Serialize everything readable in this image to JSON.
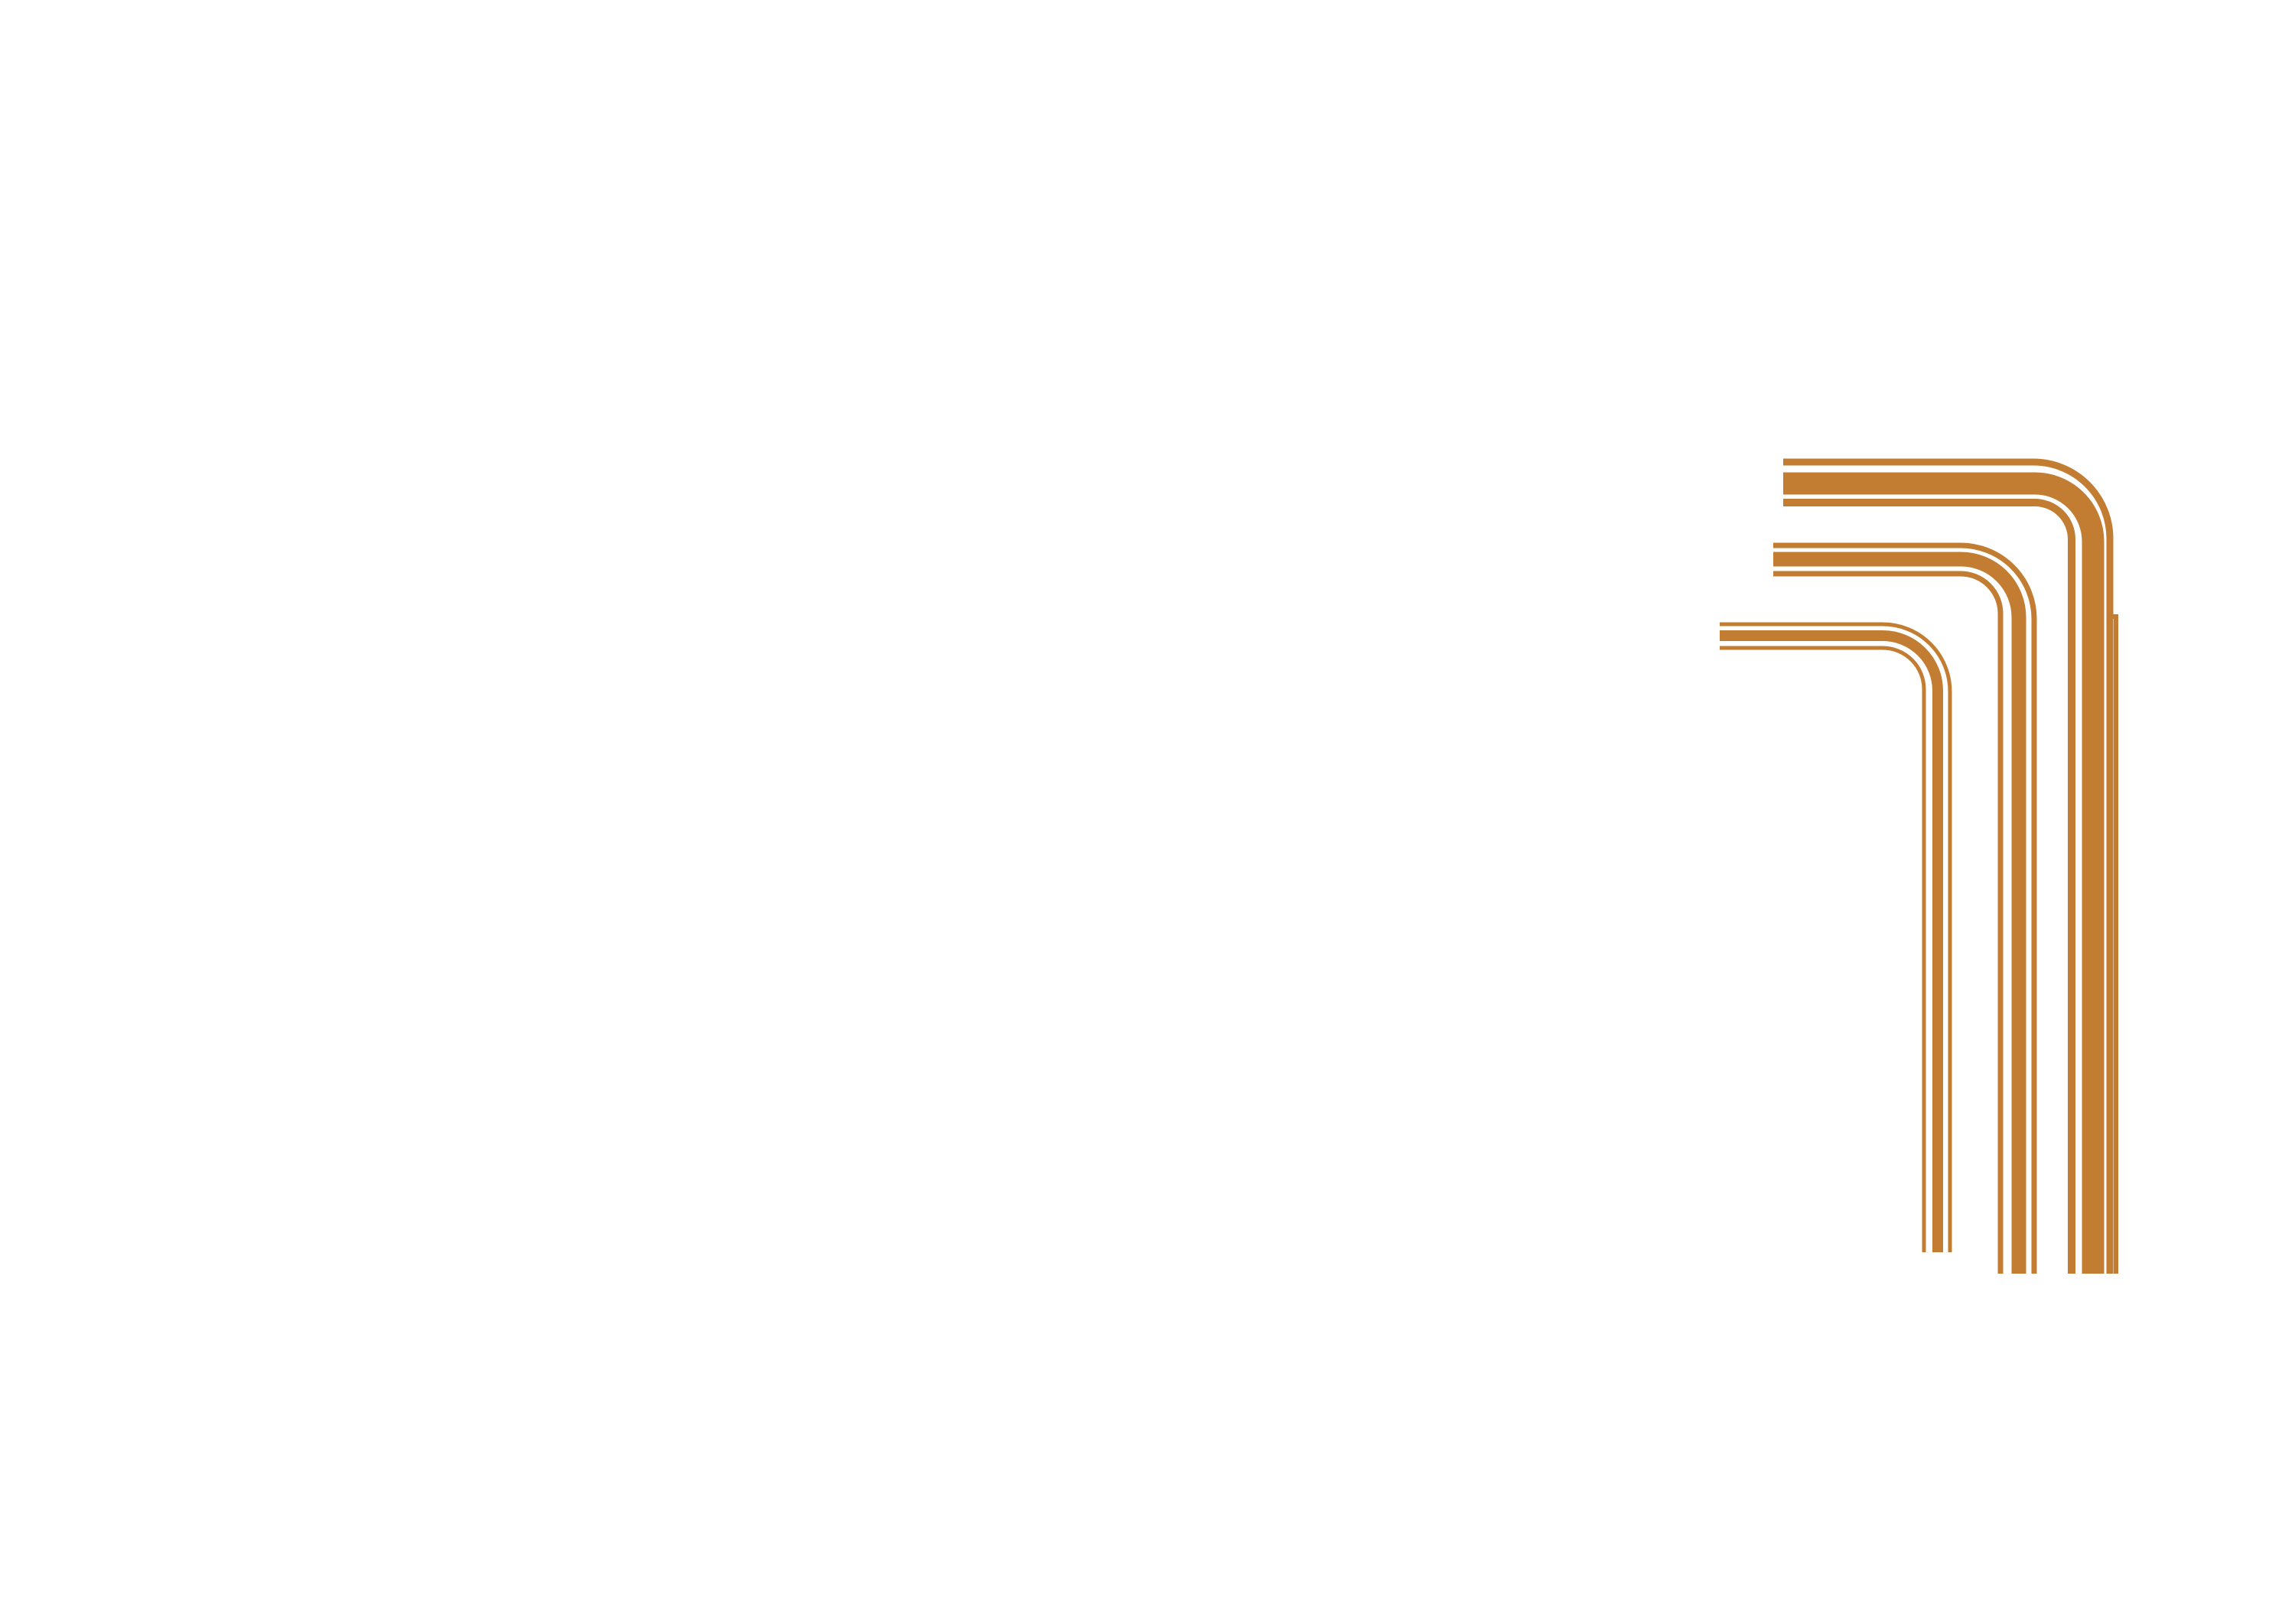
{
  "artwork": {
    "subject": "hex-key-wrench-icon",
    "stripe_color": "#C27D32",
    "background_color": "#FFFFFF",
    "keys": [
      {
        "name": "large-key"
      },
      {
        "name": "medium-key"
      },
      {
        "name": "small-key"
      }
    ]
  }
}
